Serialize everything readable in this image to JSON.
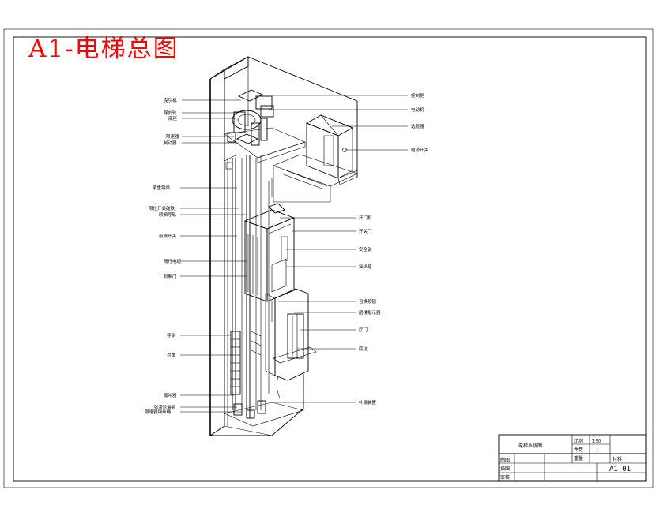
{
  "drawing": {
    "title": "A1-电梯总图"
  },
  "labels_left": [
    "曳引机",
    "导向轮",
    "底座",
    "限速器",
    "制动器",
    "承重钢梁",
    "限位开关碰铁",
    "轿厢导轨",
    "极限开关",
    "随行电缆",
    "轿厢门",
    "导轨",
    "对重",
    "缓冲器",
    "张紧轮装置",
    "限速器钢丝绳"
  ],
  "labels_right": [
    "控制柜",
    "电动机",
    "选层器",
    "电源开关",
    "开门机",
    "开关门",
    "安全钳",
    "操纵箱",
    "召唤按钮",
    "层楼指示器",
    "厅门",
    "底坑",
    "补偿装置"
  ],
  "title_block": {
    "name": "电梯系统图",
    "scale_label": "比例",
    "scale_value": "1:50",
    "qty_label": "件数",
    "qty_value": "1",
    "weight_label": "重量",
    "material_label": "材料",
    "designer_label": "制图",
    "drawer_label": "描图",
    "checker_label": "审核",
    "drawing_no": "A1-01"
  },
  "colors": {
    "title": "#ff0000",
    "lines": "#000000",
    "background": "#ffffff"
  }
}
